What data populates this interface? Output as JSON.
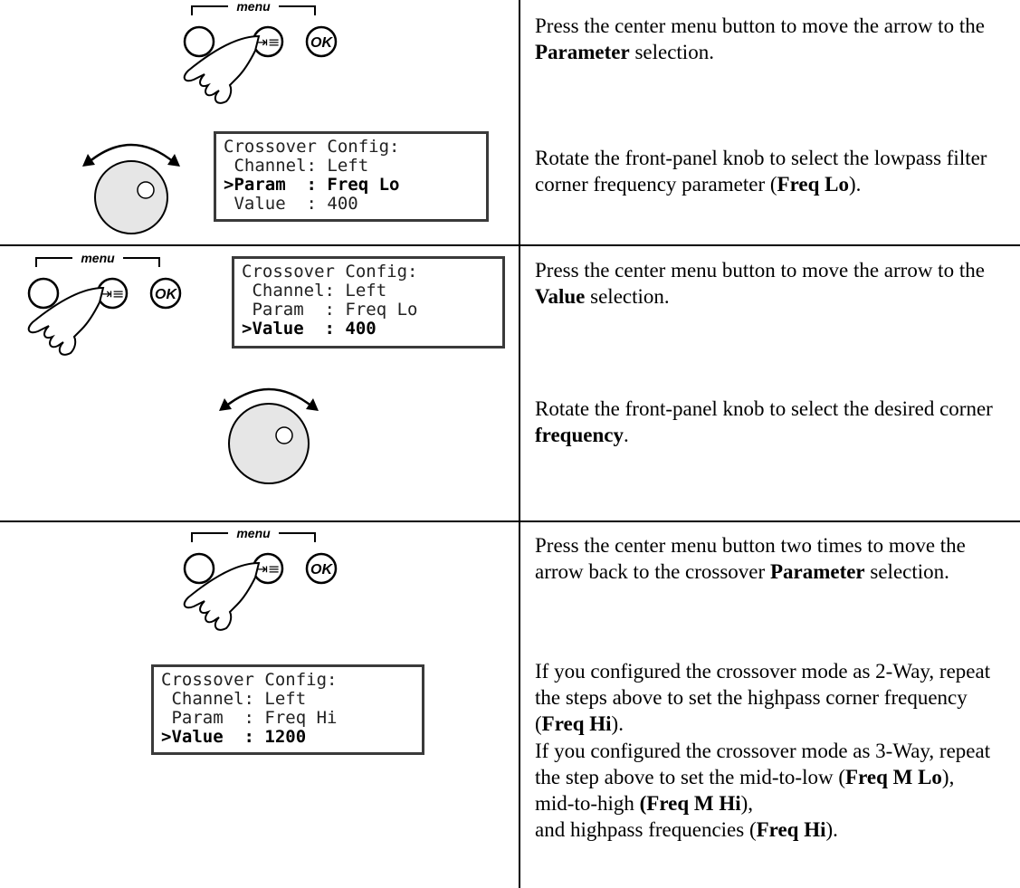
{
  "rows": [
    {
      "controls": {
        "menu_label": "menu",
        "ok_label": "OK"
      },
      "lcd": {
        "title": "Crossover Config:",
        "lines": [
          " Channel: Left",
          ">Param  : Freq Lo",
          " Value  : 400"
        ]
      },
      "instructions": {
        "p1_pre": "Press the center menu button to move the arrow to the ",
        "p1_bold": "Parameter",
        "p1_post": " selection.",
        "p2_pre": "Rotate the front-panel knob to select the lowpass filter corner frequency parameter (",
        "p2_bold": "Freq Lo",
        "p2_post": ")."
      }
    },
    {
      "controls": {
        "menu_label": "menu",
        "ok_label": "OK"
      },
      "lcd": {
        "title": "Crossover Config:",
        "lines": [
          " Channel: Left",
          " Param  : Freq Lo",
          ">Value  : 400"
        ]
      },
      "instructions": {
        "p1_pre": "Press the center menu button to move the arrow to the ",
        "p1_bold": "Value",
        "p1_post": " selection.",
        "p2_pre": "Rotate the front-panel knob to select the desired corner ",
        "p2_bold": "frequency",
        "p2_post": "."
      }
    },
    {
      "controls": {
        "menu_label": "menu",
        "ok_label": "OK"
      },
      "lcd": {
        "title": "Crossover Config:",
        "lines": [
          " Channel: Left",
          " Param  : Freq Hi",
          ">Value  : 1200"
        ]
      },
      "instructions": {
        "p1_pre": "Press the center menu button two times to move the arrow back to the crossover ",
        "p1_bold": "Parameter",
        "p1_post": " selection.",
        "p2_pre": "If you configured the crossover mode as 2-Way, repeat the steps above to set the highpass corner frequency (",
        "p2_bold": "Freq Hi",
        "p2_post": ").",
        "p3_a": "If you configured the crossover mode as 3-Way, repeat the step above to set the mid-to-low (",
        "p3_b": "Freq M Lo",
        "p3_c": "),",
        "p3_d": "mid-to-high ",
        "p3_e": "(Freq M Hi",
        "p3_f": "),",
        "p3_g": "and highpass frequencies (",
        "p3_h": "Freq Hi",
        "p3_i": ")."
      }
    }
  ]
}
